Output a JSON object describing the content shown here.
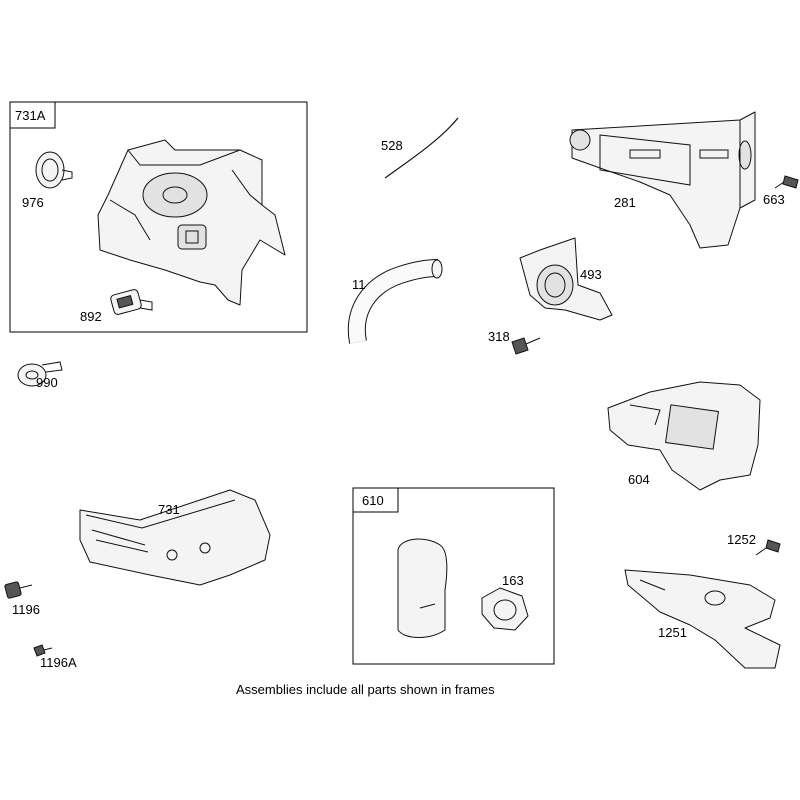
{
  "frames": {
    "frame_731A": "731A",
    "frame_610": "610"
  },
  "labels": {
    "p976": "976",
    "p892": "892",
    "p990": "990",
    "p528": "528",
    "p11": "11",
    "p281": "281",
    "p663": "663",
    "p493": "493",
    "p318": "318",
    "p604": "604",
    "p731": "731",
    "p1196": "1196",
    "p1196A": "1196A",
    "p163": "163",
    "p1252": "1252",
    "p1251": "1251"
  },
  "footer": "Assemblies include all parts shown in frames"
}
